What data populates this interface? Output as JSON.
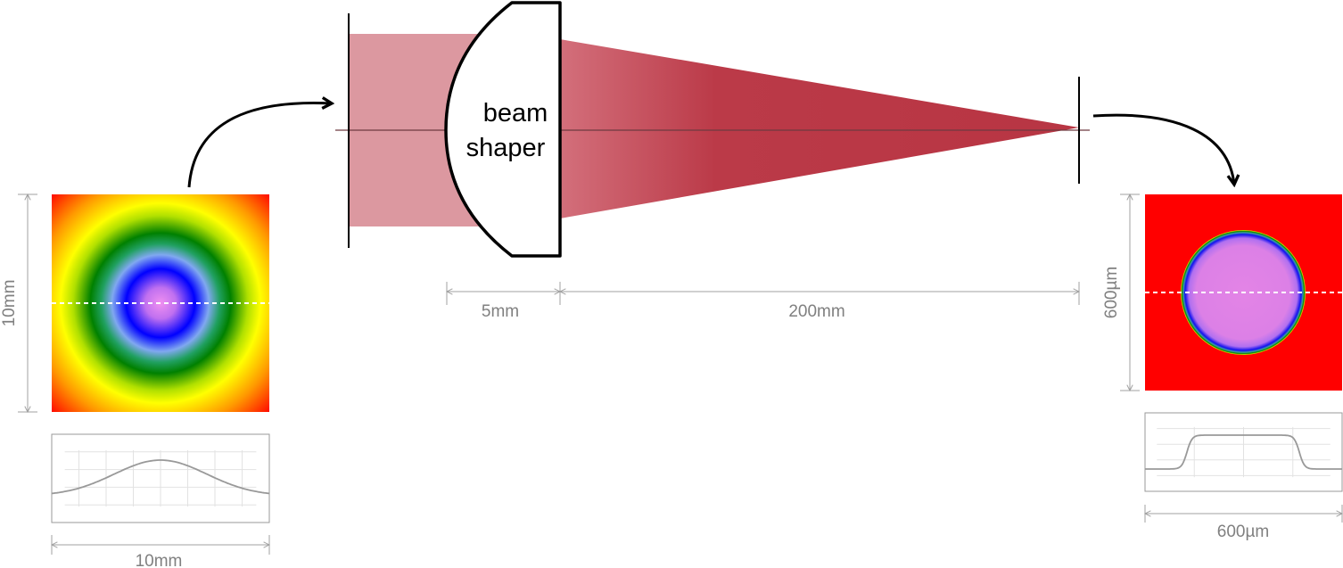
{
  "labels": {
    "lens": [
      "beam",
      "shaper"
    ],
    "input_width": "10mm",
    "input_height": "10mm",
    "lens_distance": "5mm",
    "focus_distance": "200mm",
    "output_height": "600µm",
    "output_width": "600µm"
  },
  "colors": {
    "beam_collimated": "#dc98a0",
    "beam_focused_start": "#d36f7b",
    "beam_focused_end": "#b83543",
    "dimension_line": "#a0a0a0",
    "plot_border": "#999999",
    "profile_curve": "#999999",
    "output_background": "#ff0000"
  },
  "profiles": {
    "input": {
      "shape": "gaussian"
    },
    "output": {
      "shape": "flat-top"
    }
  }
}
